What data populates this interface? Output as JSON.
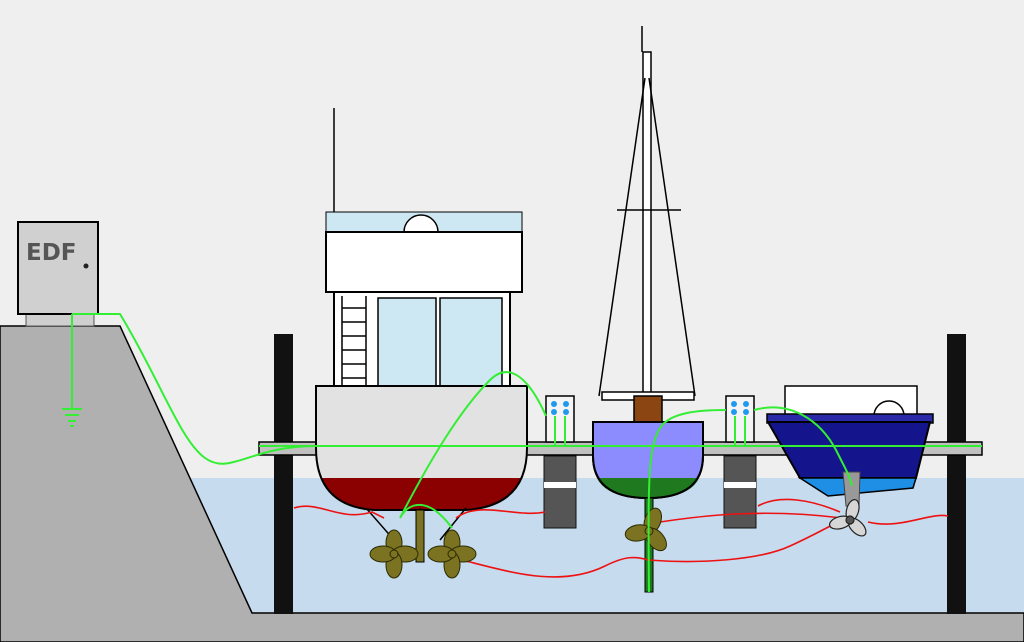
{
  "cabinet": {
    "label": "EDF"
  },
  "colors": {
    "sky": "#efefef",
    "water": "#c6dbed",
    "ground": "#b0b0b0",
    "ground_wire": "#33ee33",
    "stray_current": "#ee1111",
    "bronze": "#7b7322",
    "hull_red": "#8b0000",
    "sail_hull": "#8c8cff",
    "speed_hull": "#14148c"
  },
  "icons": [
    "earth-ground-symbol",
    "propeller",
    "outboard-propeller",
    "shore-power-outlet"
  ]
}
